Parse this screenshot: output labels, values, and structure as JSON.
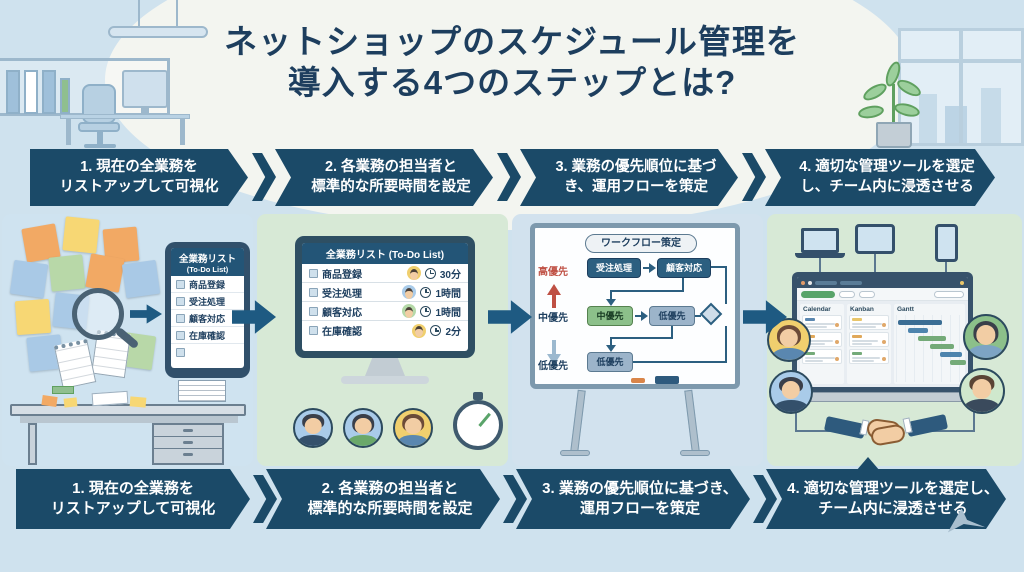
{
  "title": {
    "line1": "ネットショップのスケジュール管理を",
    "line2": "導入する4つのステップとは?"
  },
  "steps_top": [
    {
      "line1": "1. 現在の全業務を",
      "line2": "リストアップして可視化"
    },
    {
      "line1": "2. 各業務の担当者と",
      "line2": "標準的な所要時間を設定"
    },
    {
      "line1": "3. 業務の優先順位に基づ",
      "line2": "き、運用フローを策定"
    },
    {
      "line1": "4. 適切な管理ツールを選定",
      "line2": "し、チーム内に浸透させる"
    }
  ],
  "steps_bottom": [
    {
      "line1": "1. 現在の全業務を",
      "line2": "リストアップして可視化"
    },
    {
      "line1": "2. 各業務の担当者と",
      "line2": "標準的な所要時間を設定"
    },
    {
      "line1": "3. 業務の優先順位に基づき、",
      "line2": "運用フローを策定"
    },
    {
      "line1": "4. 適切な管理ツールを選定し、",
      "line2": "チーム内に浸透させる"
    }
  ],
  "panel1": {
    "tablet_title": "全業務リスト",
    "tablet_subtitle": "(To-Do List)",
    "tasks": [
      "商品登録",
      "受注処理",
      "顧客対応",
      "在庫確認"
    ]
  },
  "panel2": {
    "list_title": "全業務リスト (To-Do List)",
    "rows": [
      {
        "task": "商品登録",
        "time": "30分"
      },
      {
        "task": "受注処理",
        "time": "1時間"
      },
      {
        "task": "顧客対応",
        "time": "1時間"
      },
      {
        "task": "在庫確認",
        "time": "2分"
      }
    ]
  },
  "panel3": {
    "board_title": "ワークフロー策定",
    "priority_labels": [
      "高優先",
      "中優先",
      "低優先"
    ],
    "flow": {
      "row1": [
        "受注処理",
        "顧客対応"
      ],
      "row2": [
        "中優先",
        "低優先"
      ],
      "row3": [
        "低優先"
      ]
    }
  },
  "panel4": {
    "tool_tabs": [
      "Calendar",
      "Kanban",
      "Gantt"
    ]
  },
  "colors": {
    "banner_navy": "#1b4a68",
    "title_navy": "#1d3e5e",
    "high_priority_red": "#bf5044",
    "green_box": "#8cc08a",
    "panel_blue": "#cfe3f0",
    "panel_green": "#d7e9d6"
  }
}
